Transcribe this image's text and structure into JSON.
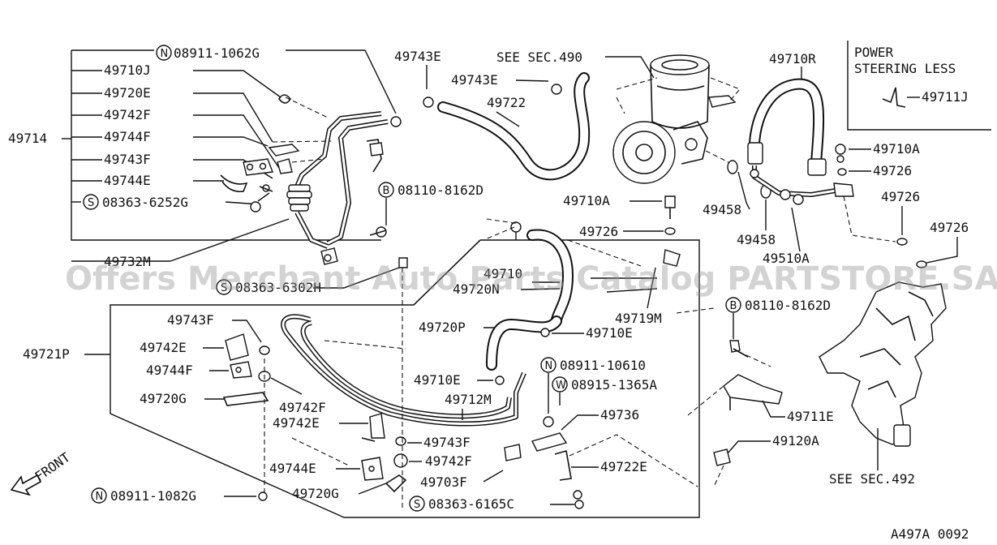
{
  "diagram": {
    "watermark": "Offers Merchant Auto Parts Catalog PARTSTORE.SA",
    "drawing_code": "A497A 0092",
    "front_label": "FRONT",
    "inset_title_line1": "POWER",
    "inset_title_line2": "STEERING LESS",
    "callouts": {
      "c_49711J": "49711J",
      "c_08911_1062G": "08911-1062G",
      "c_49710J": "49710J",
      "c_49720E": "49720E",
      "c_49742F_a": "49742F",
      "c_49714": "49714",
      "c_49744F_a": "49744F",
      "c_49743F_a": "49743F",
      "c_49744E_a": "49744E",
      "c_08363_6252G": "08363-6252G",
      "c_49732M": "49732M",
      "c_08363_6302H": "08363-6302H",
      "c_49743E_a": "49743E",
      "c_see_490": "SEE SEC.490",
      "c_49743E_b": "49743E",
      "c_49722": "49722",
      "c_08110_8162D_a": "08110-8162D",
      "c_49710R": "49710R",
      "c_49710A_a": "49710A",
      "c_49726_a": "49726",
      "c_49458_a": "49458",
      "c_49710A_b": "49710A",
      "c_49726_b": "49726",
      "c_49458_b": "49458",
      "c_49726_c": "49726",
      "c_49726_d": "49726",
      "c_49510A": "49510A",
      "c_49710": "49710",
      "c_49720N": "49720N",
      "c_49719M": "49719M",
      "c_08110_8162D_b": "08110-8162D",
      "c_49743F_b": "49743F",
      "c_49742E_a": "49742E",
      "c_49721P": "49721P",
      "c_49744F_b": "49744F",
      "c_49720G_a": "49720G",
      "c_49742F_b": "49742F",
      "c_49742E_b": "49742E",
      "c_49720P": "49720P",
      "c_49710E_a": "49710E",
      "c_08911_10610": "08911-10610",
      "c_49710E_b": "49710E",
      "c_08915_1365A": "08915-1365A",
      "c_49712M": "49712M",
      "c_49711E": "49711E",
      "c_49736": "49736",
      "c_49743F_c": "49743F",
      "c_49742F_c": "49742F",
      "c_49744E_b": "49744E",
      "c_49703F": "49703F",
      "c_49722E": "49722E",
      "c_49120A": "49120A",
      "c_08911_1082G": "08911-1082G",
      "c_49720G_b": "49720G",
      "c_08363_6165C": "08363-6165C",
      "c_see_492": "SEE SEC.492"
    },
    "prefix_marks": {
      "N": "N",
      "S": "S",
      "B": "B",
      "W": "W"
    }
  }
}
